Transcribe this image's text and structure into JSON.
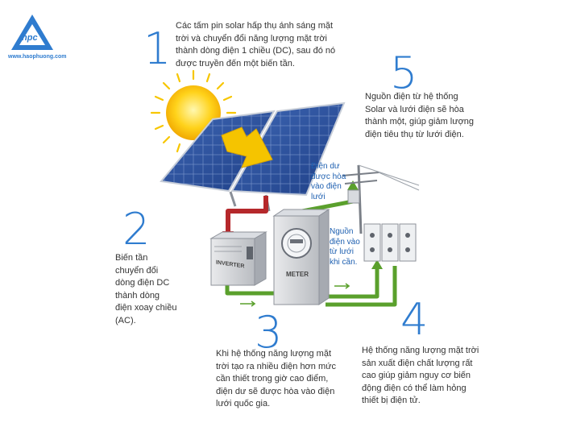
{
  "logo": {
    "url": "www.haophuong.com",
    "mark_text": "hpc"
  },
  "steps": [
    {
      "number": "1",
      "text": "Các tấm pin solar hấp thụ ánh sáng mặt trời và chuyển đổi năng lượng mặt trời thành dòng điện 1 chiều (DC), sau đó nó được truyền đến một biến tần."
    },
    {
      "number": "2",
      "text": "Biến tần chuyển đổi dòng điện DC thành dòng điện xoay chiều (AC)."
    },
    {
      "number": "3",
      "text": "Khi hệ thống năng lượng mặt trời tạo ra nhiều điện hơn mức cần thiết trong giờ cao điểm, điện dư sẽ được hòa vào điện lưới quốc gia."
    },
    {
      "number": "4",
      "text": "Hệ thống năng lượng mặt trời sản xuất điện chất lượng rất cao giúp giảm nguy cơ biến động điện có thể làm hỏng thiết bị điện tử."
    },
    {
      "number": "5",
      "text": "Nguồn điện từ hệ thống Solar và lưới điện sẽ hòa thành một, giúp giảm lượng điện tiêu thụ từ lưới điện."
    }
  ],
  "annotations": {
    "surplus_to_grid": "Điện dư được hòa vào điện lưới",
    "grid_when_needed": "Nguồn điện vào từ lưới khi cần."
  },
  "device_labels": {
    "inverter": "INVERTER",
    "meter": "METER"
  },
  "colors": {
    "accent_blue": "#2f7ccf",
    "dc_wire": "#b5282b",
    "ac_wire": "#5aa02c",
    "sun": "#f7c600"
  }
}
